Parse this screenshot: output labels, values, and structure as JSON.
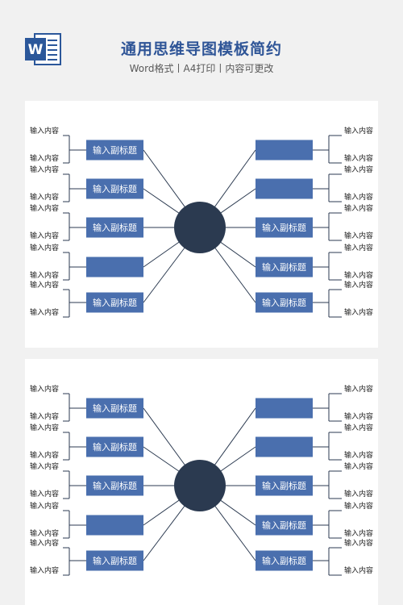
{
  "header": {
    "title": "通用思维导图模板简约",
    "subtitle": "Word格式丨A4打印丨内容可更改",
    "icon": "word-doc-icon",
    "icon_letter": "W"
  },
  "colors": {
    "background": "#f1f1f1",
    "panel": "#ffffff",
    "box": "#4a6fae",
    "center": "#2b3a50",
    "line": "#2b3a50",
    "title": "#2f5597"
  },
  "panels": [
    {
      "left_boxes": [
        "输入副标题",
        "输入副标题",
        "输入副标题",
        "",
        "输入副标题"
      ],
      "right_boxes": [
        "",
        "",
        "输入副标题",
        "输入副标题",
        "输入副标题"
      ],
      "leaf_label": "输入内容"
    },
    {
      "left_boxes": [
        "输入副标题",
        "输入副标题",
        "输入副标题",
        "",
        "输入副标题"
      ],
      "right_boxes": [
        "",
        "",
        "输入副标题",
        "输入副标题",
        "输入副标题"
      ],
      "leaf_label": "输入内容"
    }
  ]
}
